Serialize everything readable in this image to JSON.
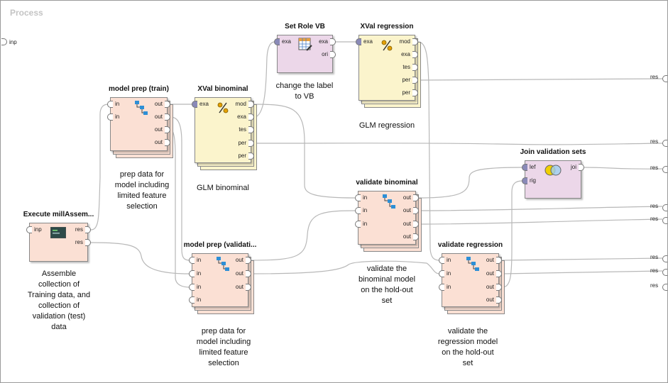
{
  "process": {
    "title": "Process",
    "input_port": "inp"
  },
  "operators": {
    "execute": {
      "title": "Execute millAssem...",
      "in": [
        "inp"
      ],
      "out": [
        "res",
        "res"
      ],
      "caption": [
        "Assemble",
        "collection of",
        "Training data, and",
        "collection of",
        "validation (test)",
        "data"
      ]
    },
    "prep_train": {
      "title": "model prep (train)",
      "in": [
        "in",
        "in"
      ],
      "out": [
        "out",
        "out",
        "out",
        "out"
      ],
      "caption": [
        "prep data for",
        "model including",
        "limited feature",
        "selection"
      ]
    },
    "xval_binominal": {
      "title": "XVal binominal",
      "in": [
        "exa"
      ],
      "out": [
        "mod",
        "exa",
        "tes",
        "per",
        "per"
      ],
      "caption": [
        "GLM binominal"
      ]
    },
    "set_role": {
      "title": "Set Role VB",
      "in": [
        "exa"
      ],
      "out": [
        "exa",
        "ori"
      ],
      "caption": [
        "change the label",
        "to VB"
      ]
    },
    "xval_regression": {
      "title": "XVal regression",
      "in": [
        "exa"
      ],
      "out": [
        "mod",
        "exa",
        "tes",
        "per",
        "per"
      ],
      "caption": [
        "GLM regression"
      ]
    },
    "join": {
      "title": "Join validation sets",
      "in": [
        "lef",
        "rig"
      ],
      "out": [
        "joi"
      ]
    },
    "validate_binominal": {
      "title": "validate binominal",
      "in": [
        "in",
        "in",
        "in"
      ],
      "out": [
        "out",
        "out",
        "out",
        "out"
      ],
      "caption": [
        "validate the",
        "binominal model",
        "on the hold-out",
        "set"
      ]
    },
    "prep_validation": {
      "title": "model prep (validati...",
      "in": [
        "in",
        "in",
        "in",
        "in"
      ],
      "out": [
        "out",
        "out",
        "out"
      ],
      "caption": [
        "prep data for",
        "model including",
        "limited feature",
        "selection"
      ]
    },
    "validate_regression": {
      "title": "validate regression",
      "in": [
        "in",
        "in",
        "in"
      ],
      "out": [
        "out",
        "out",
        "out",
        "out"
      ],
      "caption": [
        "validate the",
        "regression model",
        "on the hold-out",
        "set"
      ]
    }
  },
  "result_ports": [
    "res",
    "res",
    "res",
    "res",
    "res",
    "res",
    "res",
    "res"
  ]
}
